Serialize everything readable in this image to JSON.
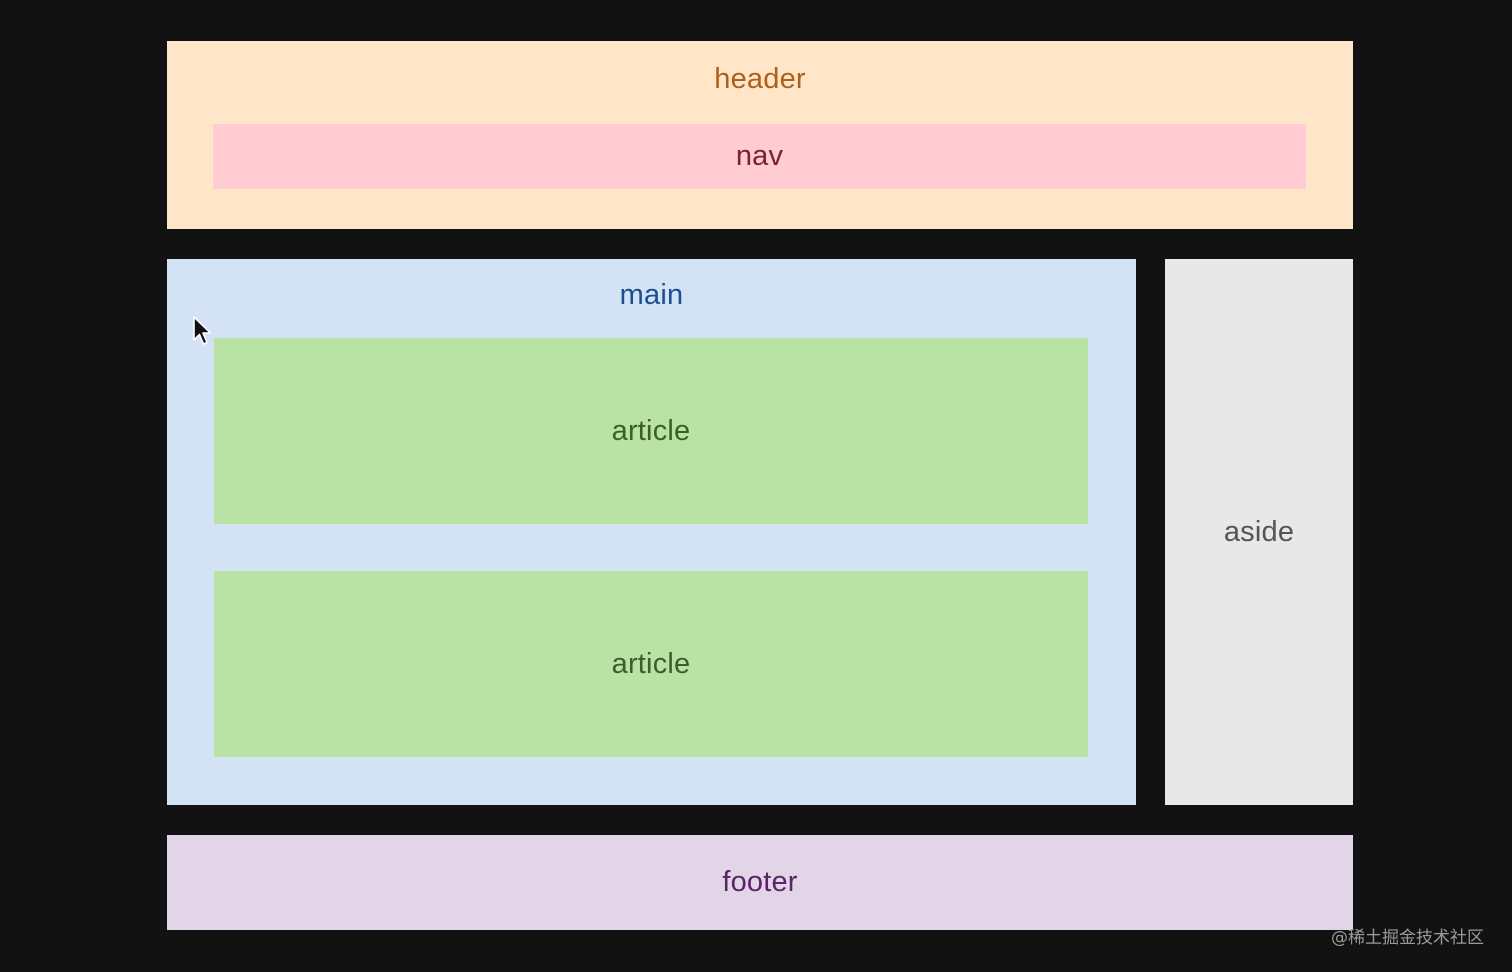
{
  "blocks": {
    "header": "header",
    "nav": "nav",
    "main": "main",
    "article_1": "article",
    "article_2": "article",
    "aside": "aside",
    "footer": "footer"
  },
  "watermark": "@稀土掘金技术社区",
  "icons": {
    "cursor": "mouse-pointer-icon"
  },
  "colors": {
    "background": "#121212",
    "header": "#ffe6c9",
    "nav": "#ffcdd1",
    "main": "#d3e2f5",
    "article": "#b9e2a5",
    "aside": "#e8e8e8",
    "footer": "#e2d5e8"
  }
}
